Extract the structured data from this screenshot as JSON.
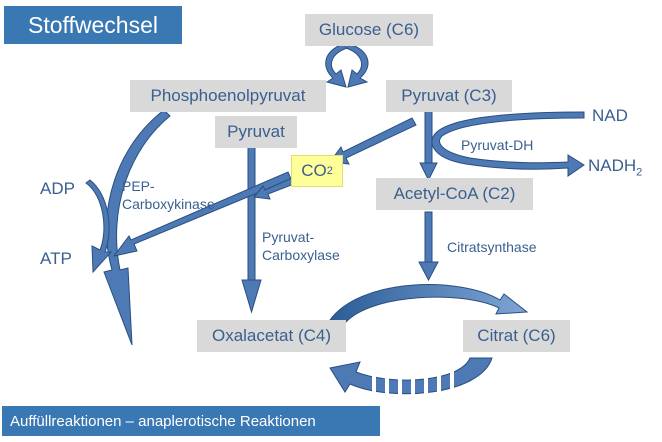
{
  "title": "Stoffwechsel",
  "footer": "Auffüllreaktionen – anaplerotische Reaktionen",
  "nodes": {
    "glucose": "Glucose (C6)",
    "pep": "Phosphoenolpyruvat",
    "pyruvat_c3": "Pyruvat (C3)",
    "pyruvat": "Pyruvat",
    "co2_main": "CO",
    "co2_sub": "2",
    "acetylcoa": "Acetyl-CoA (C2)",
    "oxalacetat": "Oxalacetat (C4)",
    "citrat": "Citrat (C6)"
  },
  "labels": {
    "nad": "NAD",
    "nadh_main": "NADH",
    "nadh_sub": "2",
    "pyruvat_dh": "Pyruvat-DH",
    "adp": "ADP",
    "atp": "ATP",
    "pep_carboxykinase_1": "PEP-",
    "pep_carboxykinase_2": "Carboxykinase",
    "pyruvat_carboxylase_1": "Pyruvat-",
    "pyruvat_carboxylase_2": "Carboxylase",
    "citratsynthase": "Citratsynthase"
  },
  "colors": {
    "title_bg": "#3a78b4",
    "node_bg": "#d9d9d9",
    "text": "#3a5f8f",
    "arrow_fill": "#4d7ab5",
    "arrow_stroke": "#2a4f80",
    "co2_bg": "#ffff99"
  }
}
